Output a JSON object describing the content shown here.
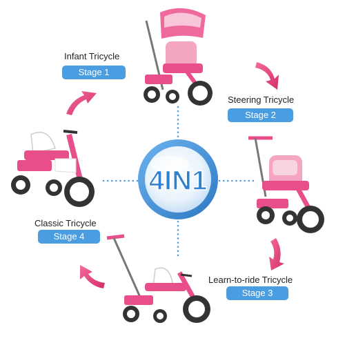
{
  "center": {
    "label": "4IN1"
  },
  "stages": [
    {
      "title": "Infant Tricycle",
      "stage": "Stage 1"
    },
    {
      "title": "Steering Tricycle",
      "stage": "Stage 2"
    },
    {
      "title": "Learn-to-ride Tricycle",
      "stage": "Stage 3"
    },
    {
      "title": "Classic Tricycle",
      "stage": "Stage 4"
    }
  ],
  "colors": {
    "pill": "#4a9de0",
    "arrow": "#e8457f",
    "frame_pink": "#ef6a9c",
    "dots": "#4a9de0",
    "ring": "#3f8fd6"
  },
  "icons": [
    "curved-arrow-icon",
    "tricycle-illustration",
    "dotted-divider"
  ]
}
